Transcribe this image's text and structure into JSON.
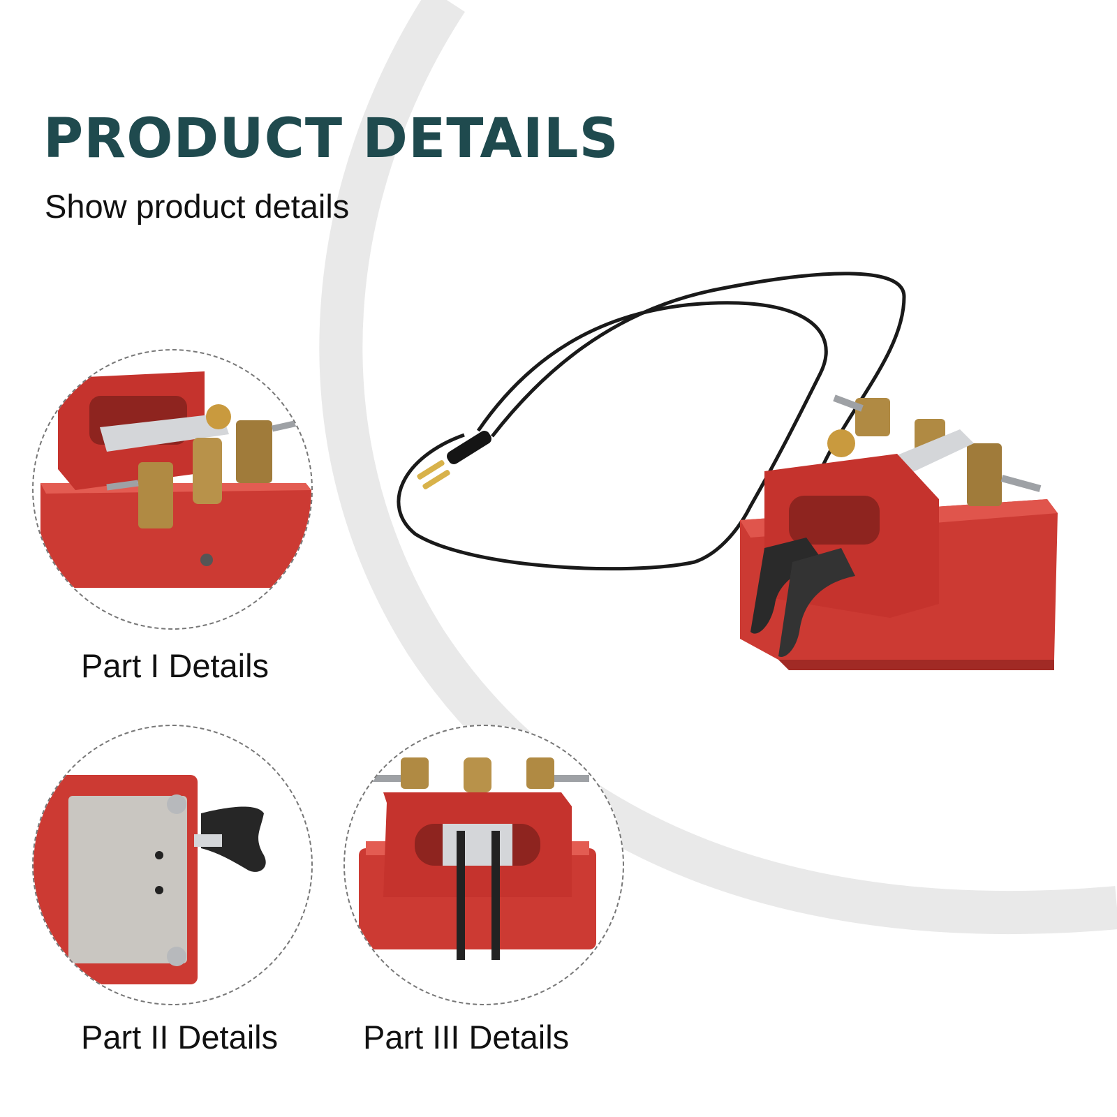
{
  "header": {
    "title": "PRODUCT DETAILS",
    "subtitle": "Show product details"
  },
  "details": [
    {
      "caption": "Part I Details"
    },
    {
      "caption": "Part II Details"
    },
    {
      "caption": "Part III Details"
    }
  ],
  "colors": {
    "title": "#1f4a4e",
    "text": "#111111",
    "base_red": "#cc3a33",
    "brass": "#b08a43",
    "steel": "#d4d6d9",
    "cable": "#1a1a1a",
    "background_arc": "#e9e9e9"
  }
}
